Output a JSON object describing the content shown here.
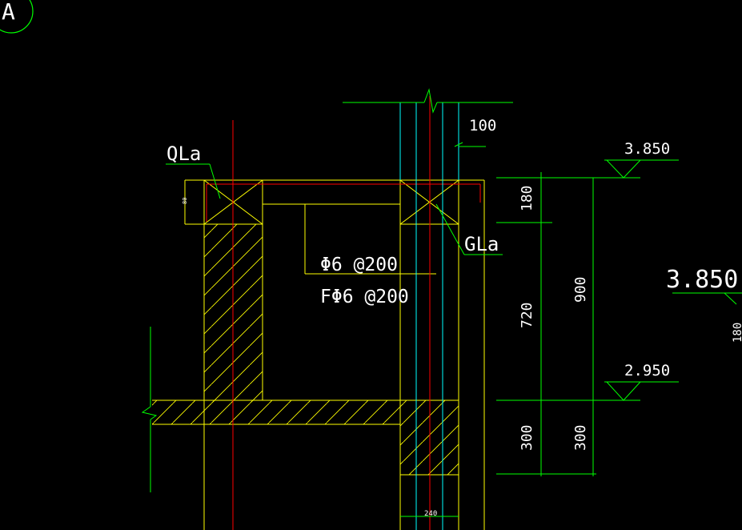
{
  "drawing": {
    "axis_marker": "A",
    "labels": {
      "ring_beam": "QLa",
      "constructional_column": "GLa",
      "rebar_main": "Φ6 @200",
      "rebar_distribution": "FΦ6 @200"
    },
    "dimensions": {
      "top_offset": "100",
      "beam_height": "180",
      "wall_height": "720",
      "parapet_total": "900",
      "slab_lower_left": "300",
      "slab_lower_right": "300",
      "column_width": "240",
      "side_small": "80",
      "right_cut": "180"
    },
    "elevations": {
      "top": "3.850",
      "lower": "2.950",
      "right_large": "3.850"
    },
    "colors": {
      "background": "#000000",
      "outline": "#ffff00",
      "axis": "#ff0000",
      "dimension": "#00ff00",
      "text": "#ffffff",
      "cyan": "#00ffff"
    }
  }
}
